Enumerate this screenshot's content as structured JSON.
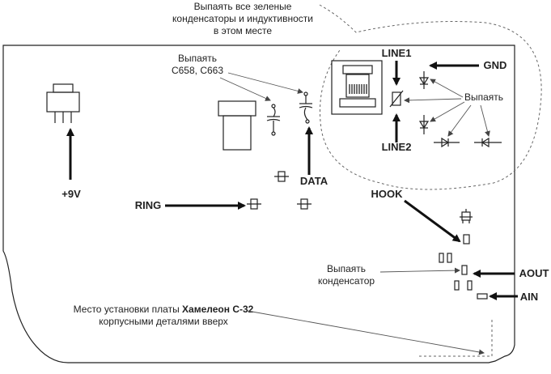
{
  "notes": {
    "top_line1": "Выпаять все зеленые",
    "top_line2": "конденсаторы и индуктивности",
    "top_line3": "в этом месте",
    "c_line1": "Выпаять",
    "c_line2": "C658, C663",
    "right_desolder": "Выпаять",
    "cap_line1": "Выпаять",
    "cap_line2": "конденсатор",
    "bottom_line1_prefix": "Место установки платы ",
    "bottom_line1_bold": "Хамелеон С-32",
    "bottom_line2": "корпусными деталями вверх"
  },
  "labels": {
    "line1": "LINE1",
    "line2": "LINE2",
    "gnd": "GND",
    "p9v": "+9V",
    "ring": "RING",
    "data": "DATA",
    "hook": "HOOK",
    "aout": "AOUT",
    "ain": "AIN"
  }
}
